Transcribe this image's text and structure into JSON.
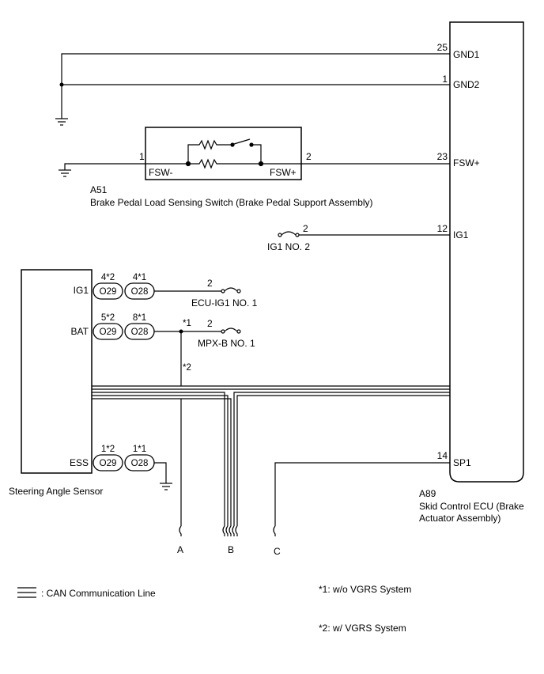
{
  "ecu": {
    "code": "A89",
    "name_line1": "Skid Control ECU (Brake",
    "name_line2": "Actuator Assembly)",
    "terminals": [
      {
        "pin": "25",
        "name": "GND1"
      },
      {
        "pin": "1",
        "name": "GND2"
      },
      {
        "pin": "23",
        "name": "FSW+"
      },
      {
        "pin": "12",
        "name": "IG1"
      },
      {
        "pin": "14",
        "name": "SP1"
      }
    ]
  },
  "switch": {
    "code": "A51",
    "name": "Brake Pedal Load Sensing Switch (Brake Pedal Support Assembly)",
    "pin_left": "1",
    "pin_right": "2",
    "term_left": "FSW-",
    "term_right": "FSW+"
  },
  "fuses": {
    "ig1_no2": {
      "pin": "2",
      "label": "IG1 NO. 2"
    },
    "ecu_ig1_no1": {
      "pin": "2",
      "label": "ECU-IG1 NO. 1"
    },
    "mpx_b_no1": {
      "pin": "2",
      "label": "MPX-B NO. 1"
    }
  },
  "sensor": {
    "name": "Steering Angle Sensor",
    "rows": [
      {
        "terminal": "IG1",
        "pin_a": "4*2",
        "conn_a": "O29",
        "pin_b": "4*1",
        "conn_b": "O28"
      },
      {
        "terminal": "BAT",
        "pin_a": "5*2",
        "conn_a": "O29",
        "pin_b": "8*1",
        "conn_b": "O28"
      },
      {
        "terminal": "ESS",
        "pin_a": "1*2",
        "conn_a": "O29",
        "pin_b": "1*1",
        "conn_b": "O28"
      }
    ],
    "junction_star1": "*1",
    "junction_star2": "*2"
  },
  "wire_ends": [
    "A",
    "B",
    "C"
  ],
  "legend": {
    "can_label": ": CAN Communication Line",
    "note1": "*1: w/o VGRS System",
    "note2": "*2: w/ VGRS System"
  }
}
